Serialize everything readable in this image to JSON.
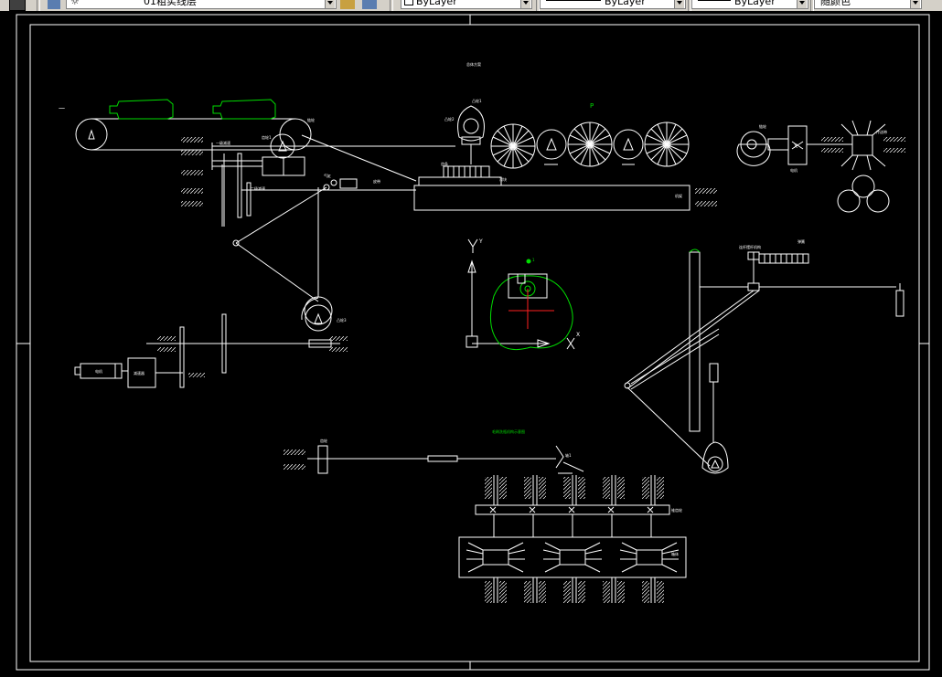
{
  "toolbar": {
    "layer_name": "01粗实线层",
    "color_control": "ByLayer",
    "linetype_control": "ByLayer",
    "lineweight_control": "ByLayer",
    "plot_style": "随颜色"
  },
  "drawing": {
    "title": "总体方案",
    "labels": {
      "bottle_conveyor_label": "一",
      "sprocket": "链轮",
      "gear_1": "齿轮1",
      "brush_p": "P",
      "cam_1": "凸轮1",
      "cam_2": "凸轮2",
      "cylinder_label": "气缸",
      "belt_label": "皮带",
      "rack": "齿条",
      "slider_block": "滑块",
      "frame_label": "机架",
      "ys_1": "一级减速",
      "ys_2": "二级减速",
      "motor": "电机",
      "reducer": "减速器",
      "axis_y": "Y",
      "axis_x": "X",
      "green_dot_label": "1",
      "cam_3": "凸轮3",
      "lever_top": "连杆摆杆机构",
      "spring": "弹簧",
      "lower_title": "毛刷洗瓶机构示意图",
      "gear_lower": "齿轮",
      "shaft_lower": "轴1",
      "gear_lower_2": "锥齿轮",
      "box_label": "箱体",
      "right_gear": "链轮",
      "right_motor": "电机",
      "right_x": "X",
      "right_belt": "传送带"
    }
  }
}
